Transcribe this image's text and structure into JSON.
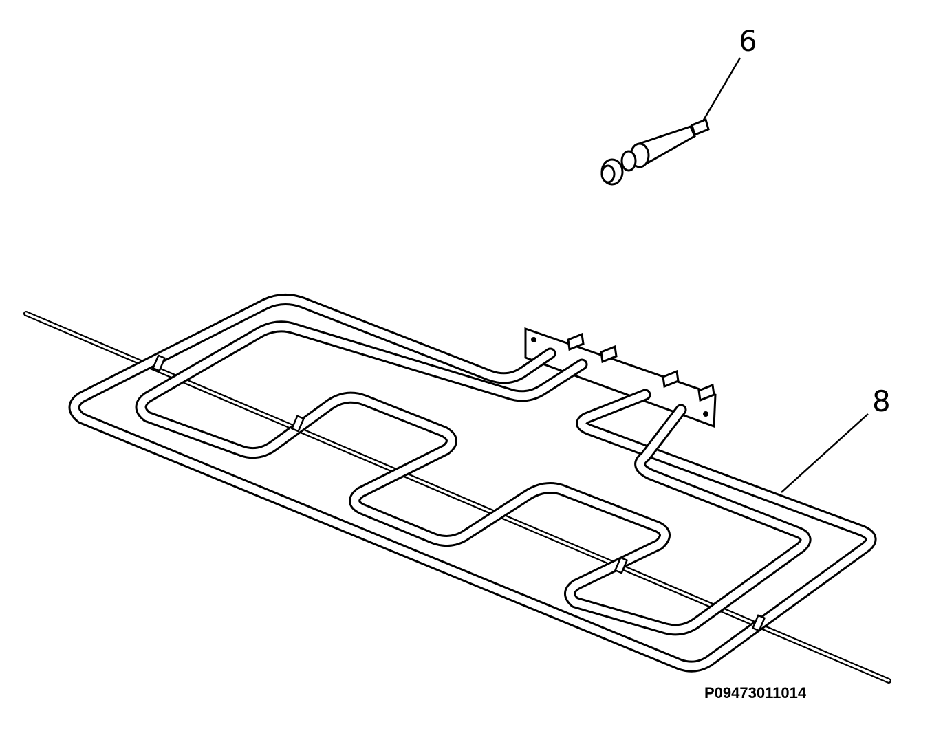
{
  "callouts": [
    {
      "label": "6"
    },
    {
      "label": "8"
    }
  ],
  "document_number": "P09473011014",
  "colors": {
    "ink": "#000000",
    "background": "#ffffff"
  }
}
